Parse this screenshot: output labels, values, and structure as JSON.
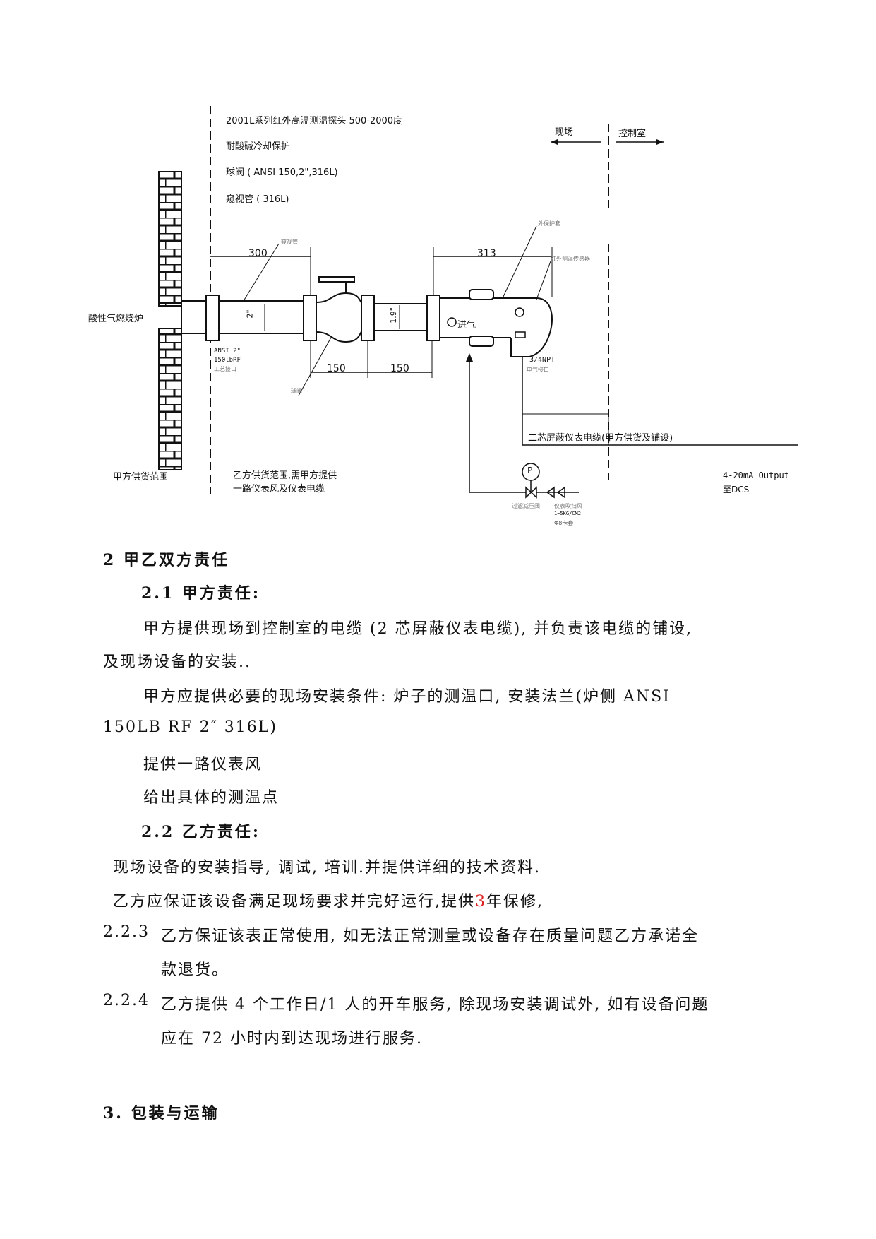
{
  "diagram": {
    "top_labels": [
      "2001L系列红外高温测温探头 500-2000度",
      "耐酸碱冷却保护",
      "球阀 ( ANSI 150,2\",316L)",
      "窥视管 ( 316L)"
    ],
    "field_label": "现场",
    "control_room_label": "控制室",
    "furnace_label": "酸性气燃烧炉",
    "dim_300": "300",
    "dim_313": "313",
    "dim_150a": "150",
    "dim_150b": "150",
    "dim_2": "2\"",
    "dim_19": "1.9\"",
    "sight_tube_small": "窥视管",
    "ball_valve_small": "球阀",
    "housing_small": "外保护套",
    "sensor_small": "红外测温传感器",
    "inlet_label": "进气",
    "flange_label_1": "ANSI 2\"",
    "flange_label_2": "150lbRF",
    "flange_label_3": "工艺接口",
    "npt_label": "3/4NPT",
    "electric_port": "电气接口",
    "cable_label": "二芯屏蔽仪表电缆(甲方供货及铺设)",
    "party_a_scope": "甲方供货范围",
    "party_b_scope_1": "乙方供货范围,需甲方提供",
    "party_b_scope_2": "一路仪表风及仪表电缆",
    "output_1": "4-20mA Output",
    "output_2": "至DCS",
    "gauge_letter": "P",
    "regulator_small": "过滤减压阀",
    "air_small_1": "仪表吹扫风",
    "air_small_2": "1~5KG/CM2",
    "air_small_3": "Φ8卡套"
  },
  "section2": {
    "heading": "2 甲乙双方责任",
    "s21_heading": "2.1 甲方责任:",
    "s21_p1_line1": "甲方提供现场到控制室的电缆 (2 芯屏蔽仪表电缆), 并负责该电缆的铺设,",
    "s21_p1_line2": "及现场设备的安装..",
    "s21_p2_line1": "甲方应提供必要的现场安装条件: 炉子的测温口, 安装法兰(炉侧  ANSI",
    "s21_p2_line2": "150LB RF    2″    316L)",
    "s21_p3": "提供一路仪表风",
    "s21_p4": "给出具体的测温点",
    "s22_heading": "2.2 乙方责任:",
    "s22_p1": "现场设备的安装指导, 调试, 培训.并提供详细的技术资料.",
    "s22_p2_before": "乙方应保证该设备满足现场要求并完好运行,提供",
    "s22_p2_num": "3",
    "s22_p2_after": "年保修,",
    "s223_num": "2.2.3",
    "s223_line1": "乙方保证该表正常使用, 如无法正常测量或设备存在质量问题乙方承诺全",
    "s223_line2": "款退货。",
    "s224_num": "2.2.4",
    "s224_line1": "乙方提供 4 个工作日/1 人的开车服务, 除现场安装调试外, 如有设备问题",
    "s224_line2": "应在 72 小时内到达现场进行服务."
  },
  "section3": {
    "heading": "3. 包装与运输"
  }
}
